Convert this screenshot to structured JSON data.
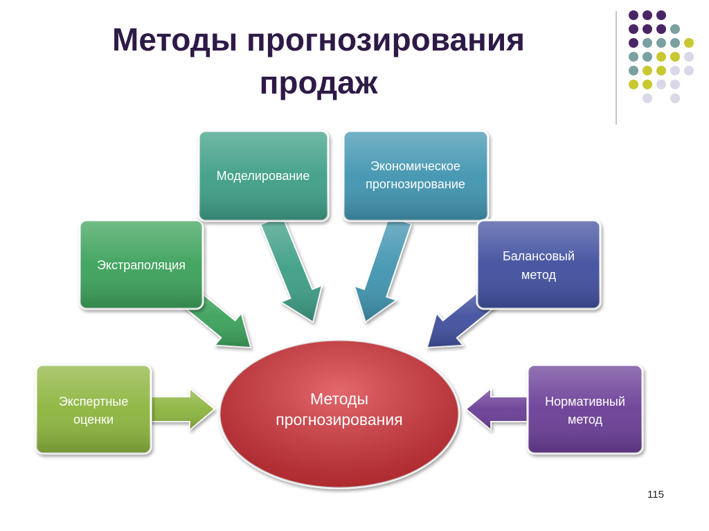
{
  "slide": {
    "title_line1": "Методы прогнозирования",
    "title_line2": "продаж",
    "page_number": "115"
  },
  "diagram": {
    "center": {
      "line1": "Методы",
      "line2": "прогнозирования",
      "color": "#d9363a"
    },
    "nodes": [
      {
        "id": "expert",
        "line1": "Экспертные",
        "line2": "оценки",
        "color": "#8cb43c"
      },
      {
        "id": "extrapolation",
        "line1": "Экстраполяция",
        "line2": "",
        "color": "#3aa15a"
      },
      {
        "id": "modeling",
        "line1": "Моделирование",
        "line2": "",
        "color": "#3d9e86"
      },
      {
        "id": "economic",
        "line1": "Экономическое",
        "line2": "прогнозирование",
        "color": "#3f94b0"
      },
      {
        "id": "balance",
        "line1": "Балансовый",
        "line2": "метод",
        "color": "#3f4f9e"
      },
      {
        "id": "normative",
        "line1": "Нормативный",
        "line2": "метод",
        "color": "#6a3d96"
      }
    ]
  },
  "decor": {
    "dot_colors": [
      "#4a2566",
      "#7aa0a0",
      "#c8c832",
      "#d8d8e8"
    ]
  }
}
